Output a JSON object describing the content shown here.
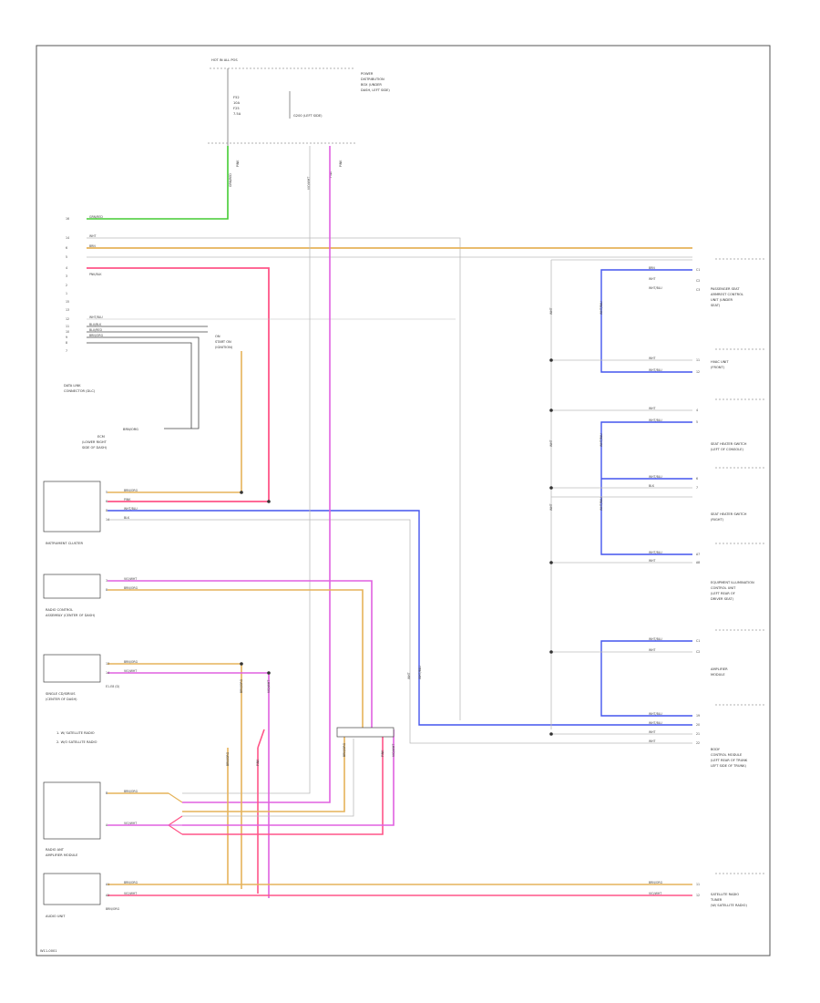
{
  "page_code": "W11-0001",
  "top": {
    "fuse_label": "HOT IN ALL POS",
    "power_line1": "POWER",
    "power_line2": "DISTRIBUTION",
    "power_line3": "BOX (UNDER",
    "power_line4": "DASH, LEFT SIDE)",
    "fuse_a": "F52",
    "fuse_a_rating": "10A",
    "fuse_b": "F25",
    "fuse_b_rating": "7.5A",
    "ground_label": "G200 (LEFT SIDE)",
    "wire_a": "GRN/RED",
    "wire_b": "VIO/WHT",
    "wire_c": "PINK"
  },
  "left_connector": {
    "title_line1": "DATA LINK",
    "title_line2": "CONNECTOR (DLC)",
    "pins": [
      "16",
      "14",
      "6",
      "5",
      "4",
      "3",
      "2",
      "1",
      "15",
      "13",
      "12",
      "11",
      "10",
      "9",
      "8",
      "7"
    ],
    "wires": [
      "GRN/RED",
      "WHT",
      "BRN",
      "",
      "",
      "PNK/BLK",
      "",
      "",
      "",
      "",
      "WHT/BLU",
      "BLU/BLK",
      "BLU/RED",
      "BRN/ORG",
      "",
      ""
    ]
  },
  "ign": {
    "label_line1": "ON",
    "label_line2": "START ON",
    "label_line3": "(IGNITION)"
  },
  "ecm": {
    "label_line1": "ECM",
    "label_line2": "(LOWER RIGHT",
    "label_line3": "SIDE OF DASH)",
    "wire_label": "BRN/ORG"
  },
  "modules_left": [
    {
      "name_line1": "INSTRUMENT CLUSTER",
      "name_line2": "",
      "wires": [
        "BRN/ORG",
        "PINK",
        "WHT/BLU",
        "BLK"
      ],
      "pins": [
        "5",
        "6",
        "8",
        "14"
      ]
    },
    {
      "name_line1": "RADIO CONTROL",
      "name_line2": "ASSEMBLY (CENTER OF DASH)",
      "wires": [
        "VIO/WHT",
        "BRN/ORG"
      ],
      "pins": [
        "3",
        "8"
      ]
    },
    {
      "name_line1": "SINGLE CD/SIRIUS",
      "name_line2": "(CENTER OF DASH)",
      "wires": [
        "BRN/ORG",
        "VIO/WHT"
      ],
      "pins": [
        "13",
        "14"
      ],
      "sub": "E1-E8 (D)"
    },
    {
      "name_line1": "RADIO ANT",
      "name_line2": "AMPLIFIER MODULE",
      "wires": [
        "BRN/ORG",
        "VIO/WHT"
      ],
      "pins": [
        "B",
        "A"
      ]
    },
    {
      "name_line1": "AUDIO UNIT",
      "name_line2": "",
      "wires": [
        "BRN/ORG",
        "VIO/WHT"
      ],
      "pins": [
        "A1",
        "A2"
      ],
      "sub": "BRN/ORG"
    }
  ],
  "notes": [
    "1. W/ SATELLITE RADIO",
    "2. W/O SATELLITE RADIO"
  ],
  "modules_right": [
    {
      "name_line1": "PASSENGER SEAT",
      "name_line2": "ARMREST CONTROL",
      "name_line3": "UNIT (UNDER",
      "name_line4": "SEAT)",
      "wires": [
        "BRN",
        "WHT",
        "WHT/BLU"
      ],
      "pins": [
        "C1",
        "C2",
        "C3"
      ]
    },
    {
      "name_line1": "HVAC UNIT",
      "name_line2": "(FRONT)",
      "wires": [
        "WHT",
        "WHT/BLU"
      ],
      "pins": [
        "11",
        "12"
      ]
    },
    {
      "name_line1": "SEAT HEATER SWITCH",
      "name_line2": "(LEFT OF CONSOLE)",
      "wires": [
        "WHT",
        "WHT/BLU"
      ],
      "pins": [
        "4",
        "5"
      ]
    },
    {
      "name_line1": "SEAT HEATER SWITCH",
      "name_line2": "(RIGHT)",
      "wires": [
        "WHT/BLU",
        "BLK"
      ],
      "pins": [
        "6",
        "7"
      ]
    },
    {
      "name_line1": "EQUIPMENT ILLUMINATION",
      "name_line2": "CONTROL UNIT",
      "name_line3": "(LEFT REAR OF",
      "name_line4": "DRIVER SEAT)",
      "wires": [
        "WHT/BLU",
        "WHT"
      ],
      "pins": [
        "A7",
        "A8"
      ]
    },
    {
      "name_line1": "AMPLIFIER",
      "name_line2": "MODULE",
      "wires": [
        "WHT/BLU",
        "WHT"
      ],
      "pins": [
        "C1",
        "C2"
      ]
    },
    {
      "name_line1": "BODY",
      "name_line2": "CONTROL MODULE",
      "name_line3": "(LEFT REAR OF TRUNK",
      "name_line4": "LEFT SIDE OF TRUNK)",
      "wires": [
        "WHT/BLU",
        "WHT/BLU",
        "WHT",
        "WHT"
      ],
      "pins": [
        "19",
        "20",
        "21",
        "22"
      ]
    },
    {
      "name_line1": "SATELLITE RADIO",
      "name_line2": "TUNER",
      "name_line3": "(W/ SATELLITE RADIO)",
      "wires": [
        "BRN/ORG",
        "VIO/WHT"
      ],
      "pins": [
        "11",
        "12"
      ]
    }
  ],
  "right_bus_labels": [
    "WHT",
    "WHT/BLU",
    "WHT",
    "WHT/BLU",
    "WHT",
    "WHT/BLU"
  ],
  "colors": {
    "green": "#44cc33",
    "orange": "#e6b35a",
    "pink": "#ff5588",
    "violet": "#e060e0",
    "blue": "#4455ee",
    "gray": "#bbbbbb",
    "dark": "#444444"
  }
}
